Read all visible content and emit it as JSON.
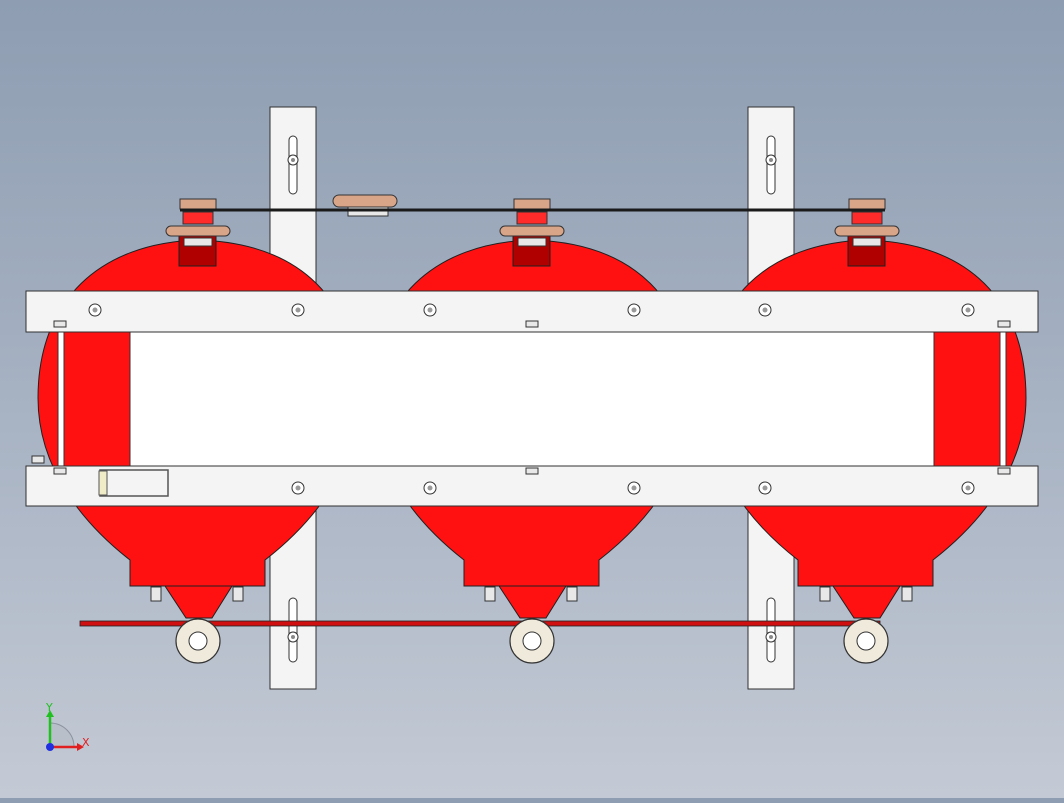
{
  "viewport": {
    "background_top": "#8e9db2",
    "background_bottom": "#c4cad5"
  },
  "colors": {
    "tank_red": "#ff1111",
    "valve_dark_red": "#b00000",
    "frame_fill": "#f4f4f4",
    "frame_stroke": "#303030",
    "cable": "#1a1a1a",
    "lower_bar": "#d01010",
    "fitting_copper": "#d9a589"
  },
  "assembly": {
    "tank_count": 3,
    "bracket_count": 2,
    "wheel_count": 3
  },
  "triad": {
    "x_label": "X",
    "y_label": "Y",
    "x_color": "#e02020",
    "y_color": "#20c020",
    "z_color": "#2030e0"
  }
}
